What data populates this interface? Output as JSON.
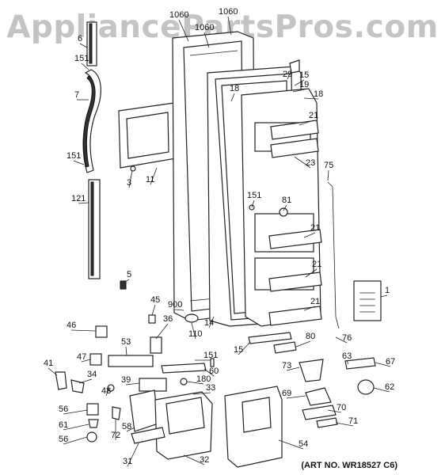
{
  "watermark": "AppliancePartsPros.com",
  "art_no": "(ART NO. WR18527 C6)",
  "labels": [
    "1060",
    "1060",
    "1060",
    "6",
    "151",
    "7",
    "151",
    "121",
    "3",
    "11",
    "5",
    "45",
    "900",
    "36",
    "46",
    "110",
    "14",
    "47",
    "53",
    "151",
    "60",
    "41",
    "34",
    "39",
    "180",
    "48",
    "33",
    "56",
    "61",
    "56",
    "58",
    "72",
    "31",
    "32",
    "29",
    "15",
    "19",
    "18",
    "18",
    "21",
    "23",
    "75",
    "151",
    "81",
    "21",
    "21",
    "21",
    "1",
    "76",
    "80",
    "15",
    "63",
    "73",
    "67",
    "62",
    "69",
    "70",
    "71",
    "54"
  ]
}
